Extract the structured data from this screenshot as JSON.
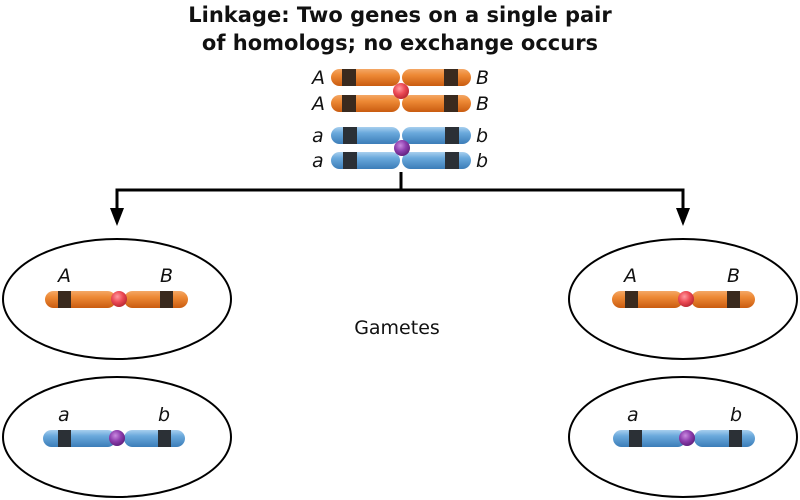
{
  "title": {
    "line1": "Linkage: Two genes on a single pair",
    "line2": "of homologs; no exchange occurs"
  },
  "center_label": "Gametes",
  "colors": {
    "orange_chromosome": "#e8731a",
    "orange_highlight": "#f7a45a",
    "blue_chromosome": "#5b9fd6",
    "blue_highlight": "#a9d0ee",
    "band": "#3a2a1e",
    "band_blue": "#2b3036",
    "red_centromere": "#e8454f",
    "purple_centromere": "#8a3aa8",
    "line": "#000000"
  },
  "parent": {
    "orange_pair": {
      "left_label": "A",
      "right_label": "B",
      "strands": 2
    },
    "blue_pair": {
      "left_label": "a",
      "right_label": "b",
      "strands": 2
    }
  },
  "gametes": [
    {
      "id": "top-left",
      "type": "orange",
      "left_label": "A",
      "right_label": "B"
    },
    {
      "id": "bottom-left",
      "type": "blue",
      "left_label": "a",
      "right_label": "b"
    },
    {
      "id": "top-right",
      "type": "orange",
      "left_label": "A",
      "right_label": "B"
    },
    {
      "id": "bottom-right",
      "type": "blue",
      "left_label": "a",
      "right_label": "b"
    }
  ]
}
